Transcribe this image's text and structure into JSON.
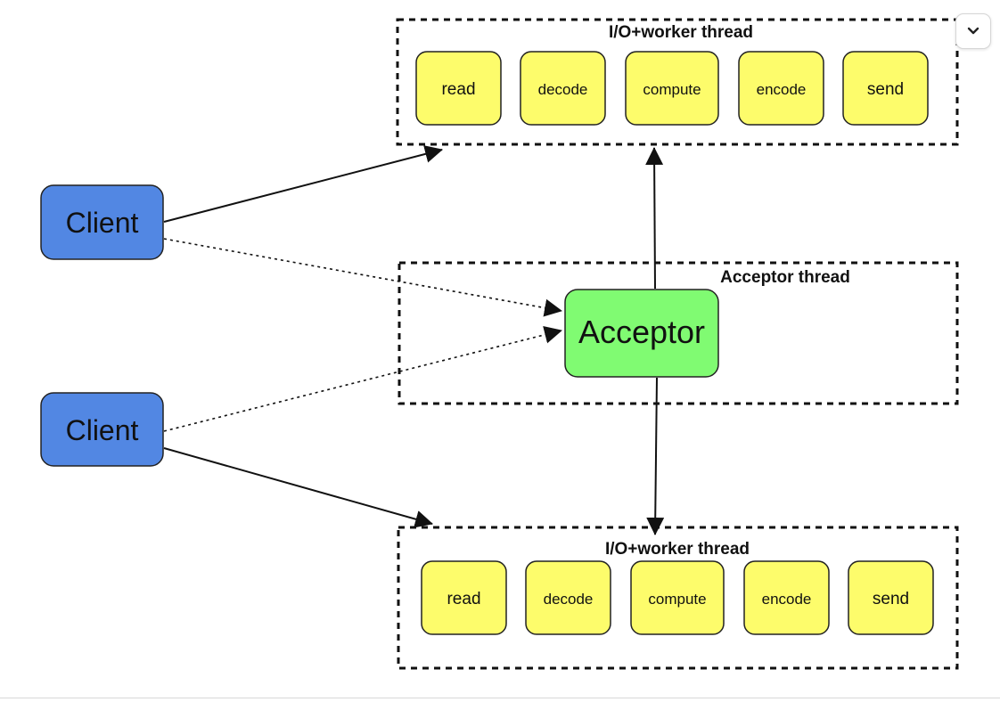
{
  "colors": {
    "client_fill": "#5287e3",
    "acceptor_fill": "#80fb72",
    "stage_fill": "#fdfc6b",
    "stroke": "#111111"
  },
  "threads": {
    "top": {
      "title": "I/O+worker thread",
      "stages": [
        "read",
        "decode",
        "compute",
        "encode",
        "send"
      ]
    },
    "middle": {
      "title": "Acceptor thread",
      "acceptor_label": "Acceptor"
    },
    "bottom": {
      "title": "I/O+worker thread",
      "stages": [
        "read",
        "decode",
        "compute",
        "encode",
        "send"
      ]
    }
  },
  "clients": [
    {
      "label": "Client"
    },
    {
      "label": "Client"
    }
  ],
  "controls": {
    "collapse_icon": "chevron-down-icon"
  }
}
